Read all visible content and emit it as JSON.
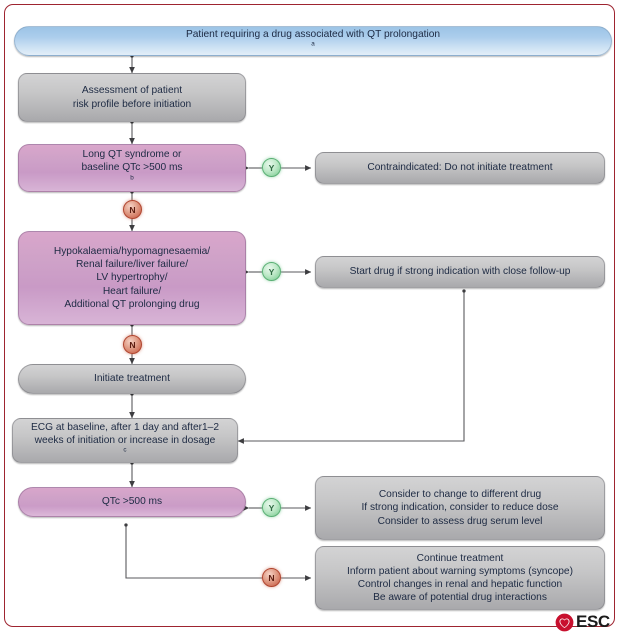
{
  "figure": {
    "title": "QT prolongation drug management flowchart",
    "border_color": "#9e2430",
    "logo_text": "ESC",
    "logo_color": "#c8102e"
  },
  "badges": {
    "yes": "Y",
    "no": "N"
  },
  "nodes": {
    "start": {
      "text": "Patient requiring a drug associated with QT prolongation",
      "superscript": "a",
      "color": "#9cc4e6"
    },
    "assessment": {
      "line1": "Assessment of patient",
      "line2": "risk profile before initiation",
      "color": "#c6c6c7"
    },
    "long_qt": {
      "line1": "Long QT syndrome or",
      "line2": "baseline QTc >500 ms",
      "superscript": "b",
      "color": "#cfa2c8"
    },
    "contraindicated": {
      "text": "Contraindicated: Do not initiate treatment",
      "color": "#c6c6c7"
    },
    "risk_factors": {
      "line1": "Hypokalaemia/hypomagnesaemia/",
      "line2": "Renal failure/liver failure/",
      "line3": "LV hypertrophy/",
      "line4": "Heart failure/",
      "line5": "Additional QT prolonging drug",
      "color": "#cfa2c8"
    },
    "start_drug": {
      "text": "Start drug if strong indication with close follow-up",
      "color": "#c6c6c7"
    },
    "initiate": {
      "text": "Initiate treatment",
      "color": "#c6c6c7"
    },
    "ecg": {
      "line1": "ECG at baseline, after 1 day and after1–2",
      "line2": "weeks of initiation or increase in dosage",
      "superscript": "c",
      "color": "#c6c6c7"
    },
    "qtc": {
      "text": "QTc >500 ms",
      "color": "#cfa2c8"
    },
    "qtc_yes": {
      "line1": "Consider to change to different drug",
      "line2": "If strong indication, consider to reduce dose",
      "line3": "Consider to assess drug serum level",
      "color": "#c6c6c7"
    },
    "qtc_no": {
      "line1": "Continue treatment",
      "line2": "Inform patient about warning symptoms (syncope)",
      "line3": "Control changes in renal and hepatic function",
      "line4": "Be aware of potential drug interactions",
      "color": "#c6c6c7"
    }
  }
}
